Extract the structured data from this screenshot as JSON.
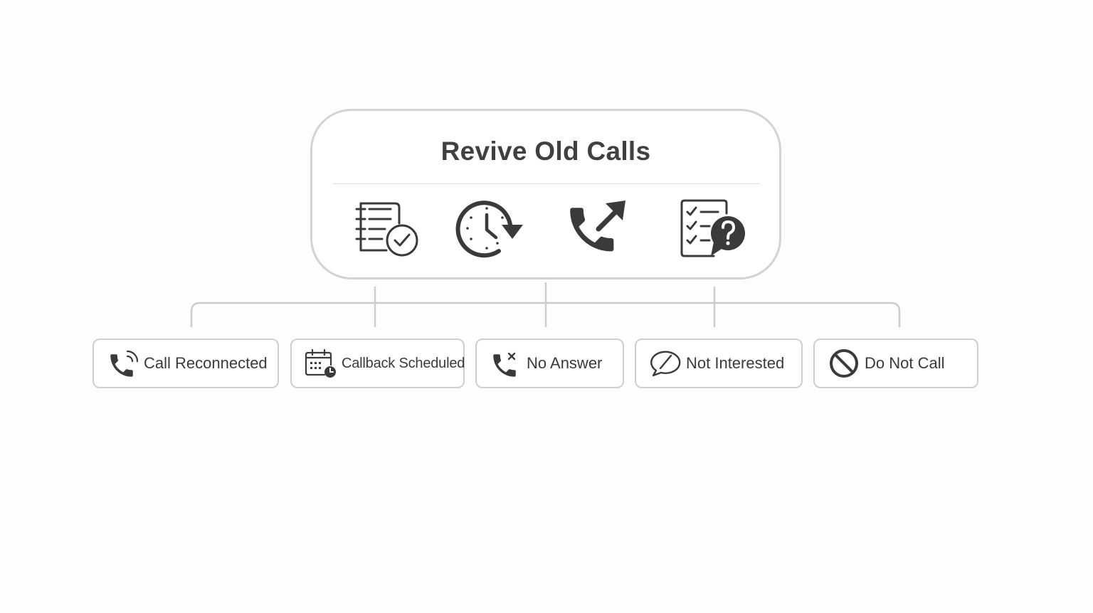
{
  "diagram": {
    "title": "Revive Old Calls",
    "hero_icons": [
      "call-list-checked-icon",
      "clock-refresh-icon",
      "phone-outgoing-arrow-icon",
      "checklist-question-icon"
    ],
    "outcomes": [
      {
        "label": "Call Reconnected",
        "icon": "phone-ringing-icon"
      },
      {
        "label": "Callback Scheduled",
        "icon": "calendar-clock-icon"
      },
      {
        "label": "No Answer",
        "icon": "phone-missed-icon"
      },
      {
        "label": "Not Interested",
        "icon": "speech-bubble-slash-icon"
      },
      {
        "label": "Do Not Call",
        "icon": "prohibited-icon"
      }
    ],
    "colors": {
      "line": "#cccccc",
      "icon": "#3a3a3a",
      "border": "#d3d3d3"
    }
  }
}
